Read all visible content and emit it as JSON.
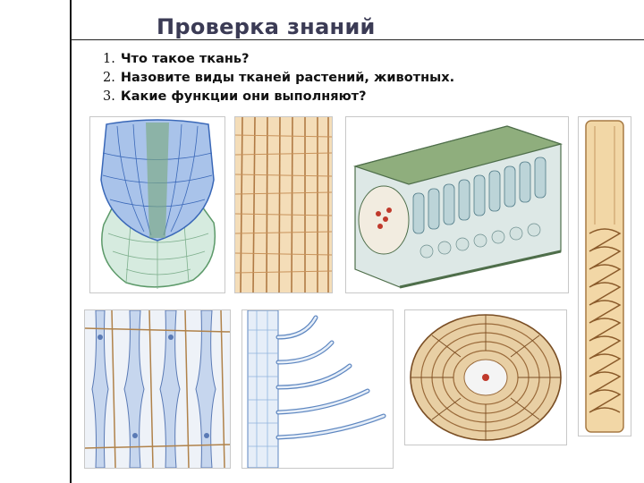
{
  "slide": {
    "title": "Проверка знаний",
    "questions": [
      {
        "num": "1.",
        "text": "Что такое ткань?"
      },
      {
        "num": "2.",
        "text": "Назовите виды тканей растений, животных."
      },
      {
        "num": "3.",
        "text": "Какие функции они выполняют?"
      }
    ]
  },
  "illustrations": [
    {
      "name": "meristem-tissue-image",
      "colors": [
        "#3a68b8",
        "#5d9a6a",
        "#8fc0a4"
      ]
    },
    {
      "name": "wood-cells-image",
      "colors": [
        "#c8925a",
        "#f4ddb8"
      ]
    },
    {
      "name": "leaf-cross-section-image",
      "colors": [
        "#6c8f5f",
        "#bcd4d8",
        "#c0392b"
      ]
    },
    {
      "name": "xylem-vessel-image",
      "colors": [
        "#c79a62",
        "#f2d7a6"
      ]
    },
    {
      "name": "phloem-tissue-image",
      "colors": [
        "#5a7ab5",
        "#c6d6ee",
        "#b0824a"
      ]
    },
    {
      "name": "root-hairs-image",
      "colors": [
        "#8fb4de",
        "#e6eef8"
      ]
    },
    {
      "name": "stone-cell-image",
      "colors": [
        "#9a6a3a",
        "#e8cfa4"
      ]
    }
  ]
}
